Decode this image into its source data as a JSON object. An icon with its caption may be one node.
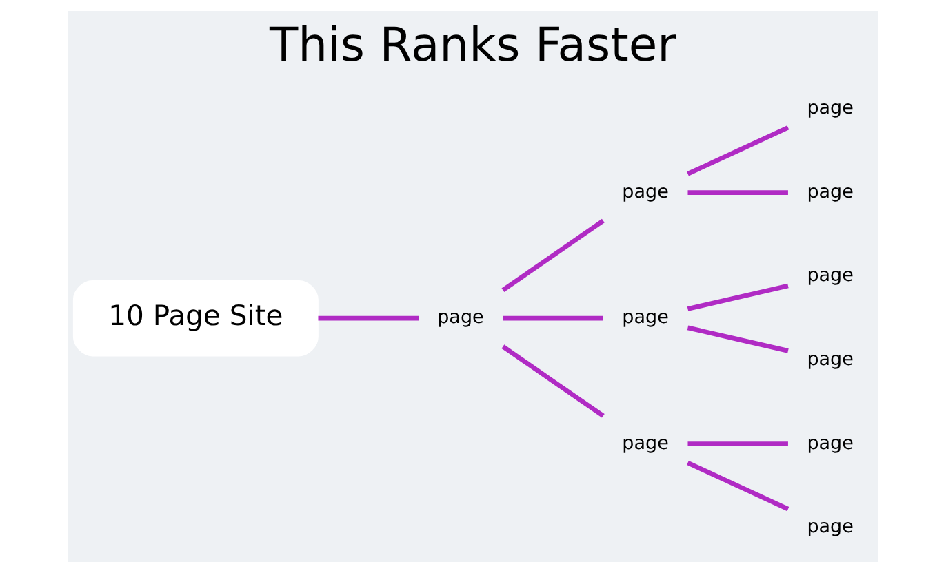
{
  "diagram": {
    "title": "This Ranks Faster",
    "nodes": [
      {
        "text": [
          "10 Page Site"
        ]
      },
      {
        "text": [
          "page"
        ]
      },
      {
        "text": [
          "page"
        ]
      },
      {
        "text": [
          "page"
        ]
      },
      {
        "text": [
          "page"
        ]
      },
      {
        "text": [
          "page"
        ]
      },
      {
        "text": [
          "page"
        ]
      },
      {
        "text": [
          "page"
        ]
      },
      {
        "text": [
          "page"
        ]
      },
      {
        "text": [
          "page"
        ]
      },
      {
        "text": [
          "page"
        ]
      }
    ],
    "edges": [
      {
        "from": 0,
        "to": 1,
        "arrow": "none"
      },
      {
        "from": 1,
        "to": 2,
        "arrow": "none"
      },
      {
        "from": 1,
        "to": 3,
        "arrow": "none"
      },
      {
        "from": 1,
        "to": 4,
        "arrow": "none"
      },
      {
        "from": 2,
        "to": 5,
        "arrow": "none"
      },
      {
        "from": 2,
        "to": 6,
        "arrow": "none"
      },
      {
        "from": 3,
        "to": 7,
        "arrow": "none"
      },
      {
        "from": 3,
        "to": 8,
        "arrow": "none"
      },
      {
        "from": 4,
        "to": 9,
        "arrow": "none"
      },
      {
        "from": 4,
        "to": 10,
        "arrow": "none"
      }
    ]
  }
}
